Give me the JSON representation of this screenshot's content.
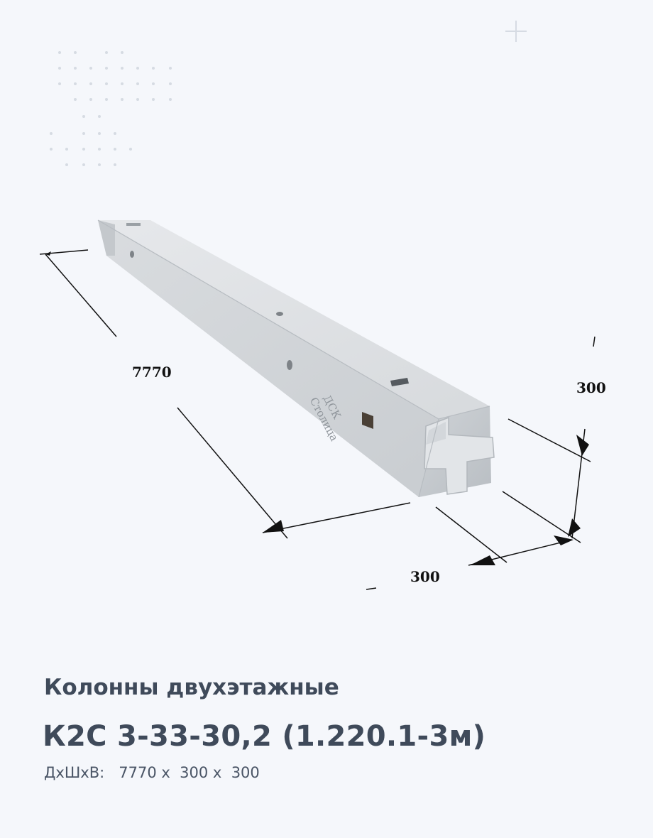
{
  "illustration": {
    "dimension_labels": {
      "length": "7770",
      "height": "300",
      "width": "300"
    },
    "logo_text": [
      "ДСК",
      "Столица"
    ]
  },
  "product": {
    "category": "Колонны двухэтажные",
    "name": "К2С 3-33-30,2 (1.220.1-3м)",
    "dims_label": "ДхШхВ:",
    "dims_value": "7770 x  300 x  300"
  }
}
